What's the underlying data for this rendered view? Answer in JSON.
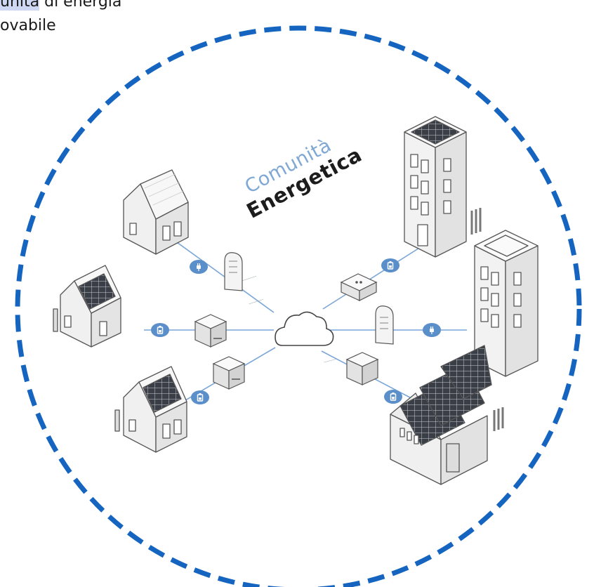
{
  "header": {
    "highlighted": "unità",
    "line1_rest": " di energia",
    "line2": "ovabile"
  },
  "title": {
    "line1": "Comunità",
    "line2": "Energetica"
  },
  "colors": {
    "ring": "#1565c0",
    "link": "#7aa6d8",
    "node": "#5b8fca",
    "building": "#eeeeee",
    "outline": "#555555",
    "panel": "#3a3f47"
  },
  "icons": {
    "center": "cloud-icon",
    "plug": "plug-icon",
    "battery": "battery-icon"
  }
}
